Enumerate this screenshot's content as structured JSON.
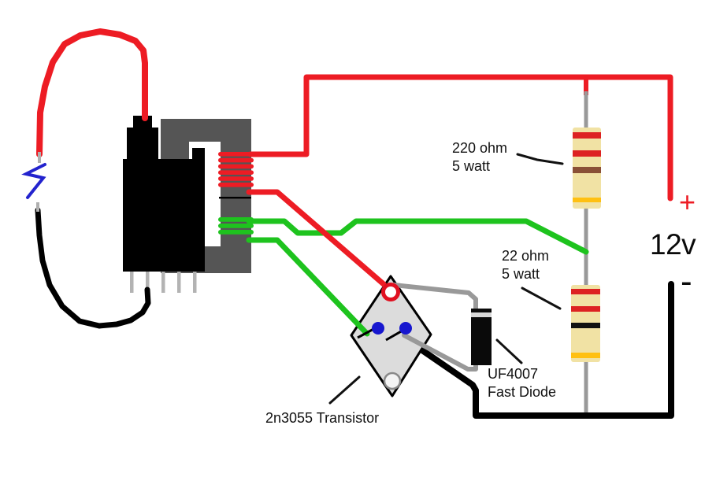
{
  "diagram": {
    "type": "circuit-diagram",
    "subject": "flyback transformer high-voltage driver circuit"
  },
  "labels": {
    "resistor_220": {
      "value": "220 ohm",
      "power": "5 watt"
    },
    "resistor_22": {
      "value": "22 ohm",
      "power": "5 watt"
    },
    "diode": {
      "part": "UF4007",
      "desc": "Fast Diode"
    },
    "transistor": {
      "part": "2n3055 Transistor"
    },
    "supply": {
      "voltage": "12v",
      "positive": "+",
      "negative": "-"
    }
  },
  "colors": {
    "wire_red": "#ED1C24",
    "wire_green": "#1EC31E",
    "wire_black": "#000000",
    "lead_gray": "#999999",
    "pin_gray": "#B3B3B3",
    "spark_blue": "#2323CE",
    "core_gray": "#555555",
    "transistor_body": "#DCDCDC",
    "resistor_body": "#F1E2A4",
    "band_red": "#DD2222",
    "band_brown": "#8A5036",
    "band_gold": "#FFC012",
    "band_black": "#111111",
    "terminal_blue": "#1717CF"
  }
}
